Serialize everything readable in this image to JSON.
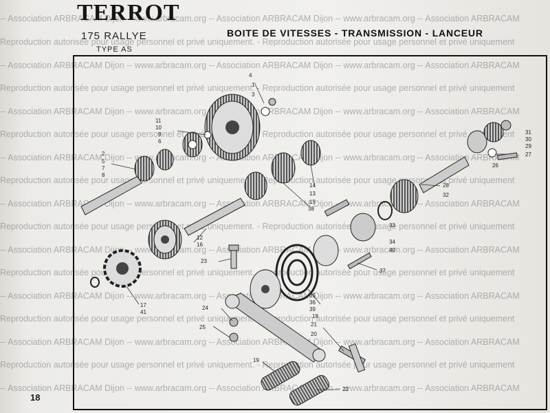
{
  "header": {
    "brand": "TERROT",
    "model": "175 RALLYE",
    "type": "TYPE AS",
    "section_title": "BOITE DE VITESSES - TRANSMISSION - LANCEUR"
  },
  "page_number": "18",
  "watermark": {
    "line_a": "-- Association ARBRACAM Dijon -- www.arbracam.org -- Association ARBRACAM Dijon -- www.arbracam.org -- Association ARBRACAM",
    "line_b": "Reproduction autorisée pour usage personnel et privé uniquement. - Reproduction autorisée pour usage personnel et privé uniquement"
  },
  "part_labels": {
    "p1": "1",
    "p2": "2",
    "p3": "3",
    "p4": "4",
    "p5": "5",
    "p6": "6",
    "p7": "7",
    "p8": "8",
    "p9": "9",
    "p10": "10",
    "p11": "11",
    "p12": "12",
    "p13": "13",
    "p14": "14",
    "p15": "15",
    "p16": "16",
    "p17": "17",
    "p18": "18",
    "p19": "19",
    "p20": "20",
    "p21": "21",
    "p22": "22",
    "p23": "23",
    "p24": "24",
    "p25": "25",
    "p26": "26",
    "p27": "27",
    "p28": "28",
    "p29": "29",
    "p30": "30",
    "p31": "31",
    "p32": "32",
    "p33": "33",
    "p34": "34",
    "p35": "35",
    "p36": "36",
    "p37": "37",
    "p38": "38",
    "p39": "39",
    "p40": "40",
    "p41": "41"
  }
}
